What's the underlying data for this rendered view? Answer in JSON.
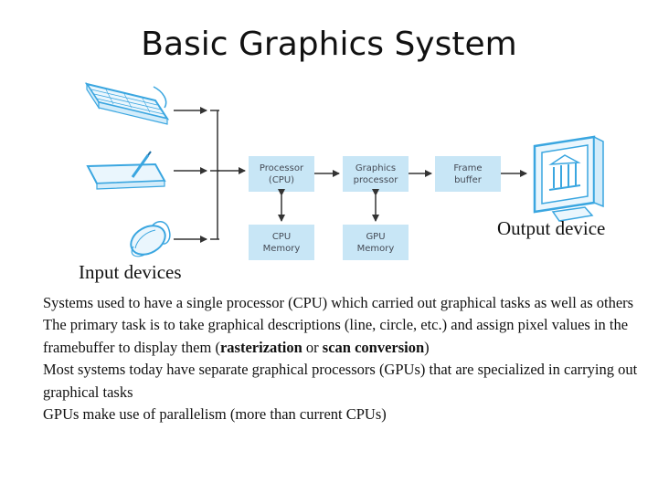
{
  "title": "Basic Graphics System",
  "diagram": {
    "boxes": {
      "cpu": [
        "Processor",
        "(CPU)"
      ],
      "gpu": [
        "Graphics",
        "processor"
      ],
      "frame_buffer": [
        "Frame",
        "buffer"
      ],
      "cpu_memory": [
        "CPU",
        "Memory"
      ],
      "gpu_memory": [
        "GPU",
        "Memory"
      ]
    },
    "output_label": "Output device",
    "input_label": "Input devices",
    "colors": {
      "box_fill": "#c8e6f6",
      "arrow": "#333333",
      "device_blue": "#3aa6e0"
    },
    "icons": [
      "keyboard-icon",
      "tablet-icon",
      "mouse-icon",
      "monitor-icon"
    ]
  },
  "paragraphs": [
    {
      "text": "Systems used to have a single processor (CPU) which carried out graphical tasks as well as others"
    },
    {
      "before": "The primary task is to take graphical descriptions (line, circle, etc.) and assign pixel values in the framebuffer to display them (",
      "bold1": "rasterization",
      "mid": " or ",
      "bold2": "scan conversion",
      "after": ")"
    },
    {
      "text": "Most systems today have separate graphical processors (GPUs) that are specialized in carrying out graphical tasks"
    },
    {
      "text": "GPUs make use of parallelism (more than current CPUs)"
    }
  ]
}
